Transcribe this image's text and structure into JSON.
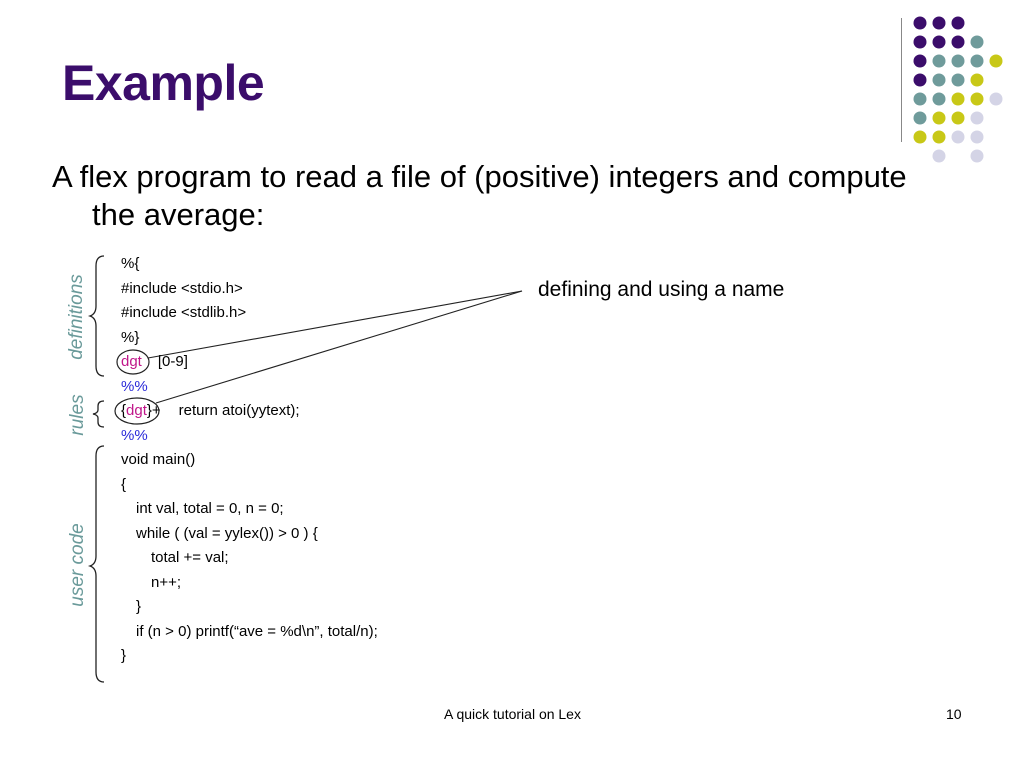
{
  "slide": {
    "title": "Example",
    "lead": "A flex program to read a file of (positive) integers and compute the average:",
    "annotation": "defining and using a name",
    "side_labels": {
      "definitions": "definitions",
      "rules": "rules",
      "user_code": "user code"
    },
    "code": {
      "l1": "%{",
      "l2": "#include <stdio.h>",
      "l3": "#include <stdlib.h>",
      "l4": "%}",
      "l5_name": "dgt",
      "l5_def": "[0-9]",
      "l6": "%%",
      "l7_open": "{",
      "l7_name": "dgt",
      "l7_close": "}+",
      "l7_action": "return atoi(yytext);",
      "l8": "%%",
      "l9": "void main()",
      "l10": "{",
      "l11": "int val, total = 0, n = 0;",
      "l12": "while ( (val = yylex()) > 0 ) {",
      "l13": "total += val;",
      "l14": "n++;",
      "l15": "}",
      "l16": "if (n > 0) printf(“ave = %d\\n”, total/n);",
      "l17": "}"
    },
    "footer": {
      "center": "A quick tutorial on Lex",
      "page": "10"
    },
    "colors": {
      "title": "#3b0d6b",
      "separator": "#2b2bd9",
      "name": "#c0168a",
      "side_label": "#6a9a9a",
      "dot_purple": "#3b0d6b",
      "dot_teal": "#6f9b9b",
      "dot_yellow": "#c8c817",
      "dot_lavender": "#d4d4e6"
    }
  }
}
